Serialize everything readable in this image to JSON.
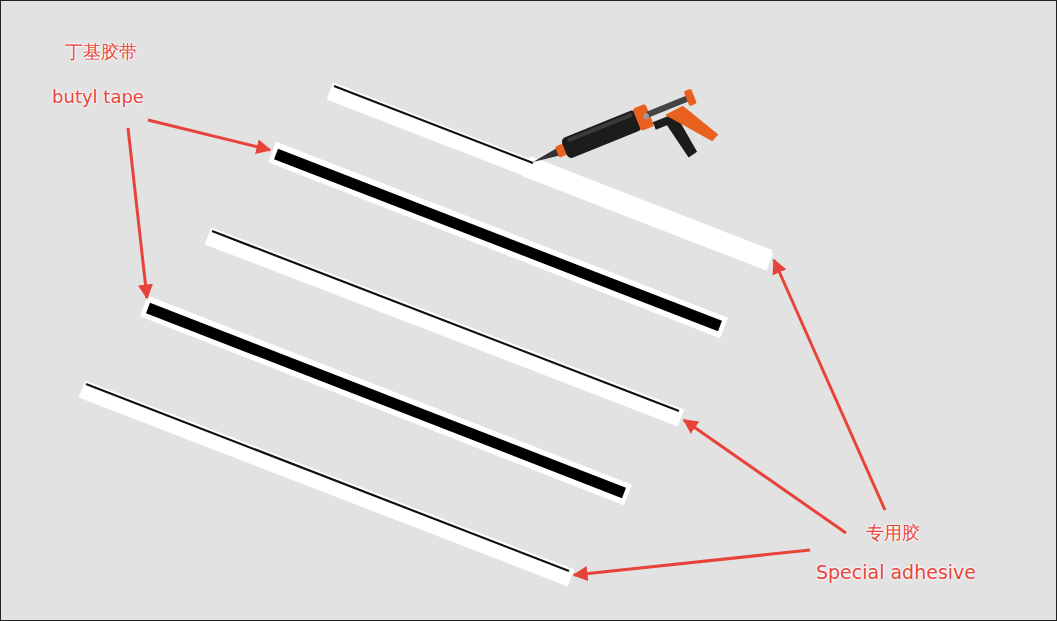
{
  "diagram": {
    "labels": [
      "丁基胶带",
      "butyl tape",
      "专用胶",
      "Special adhesive"
    ]
  }
}
